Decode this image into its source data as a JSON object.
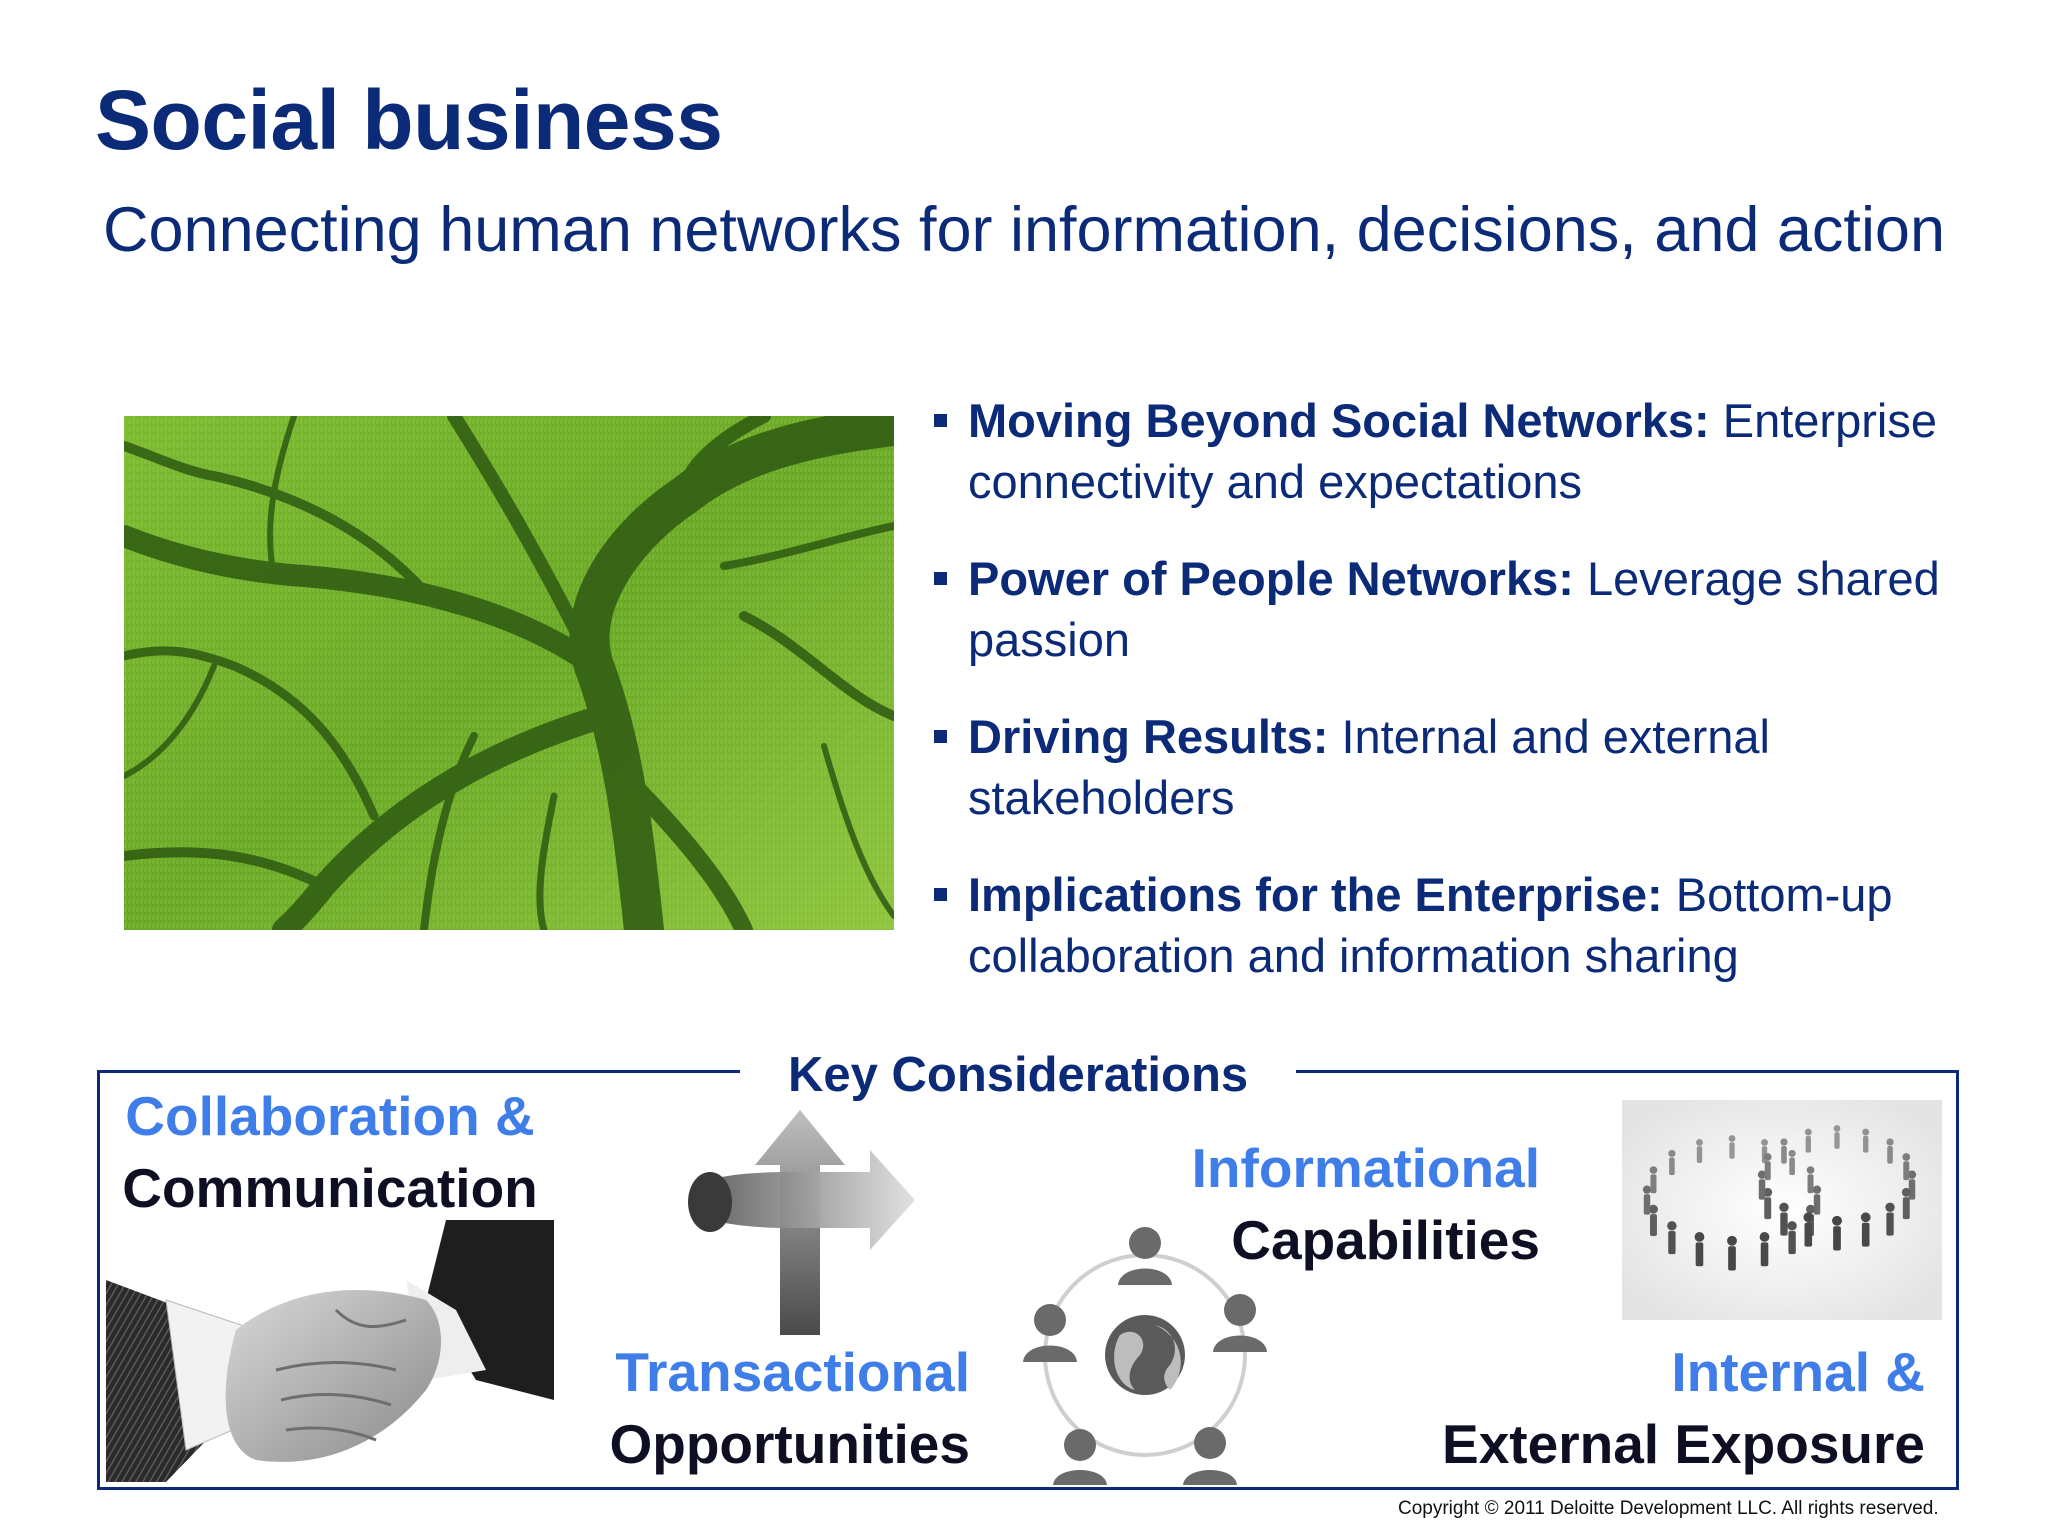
{
  "slide": {
    "title": "Social business",
    "subtitle": "Connecting human networks for information, decisions, and action"
  },
  "bullets": [
    {
      "bold": "Moving Beyond Social Networks:",
      "text": "Enterprise connectivity and expectations"
    },
    {
      "bold": "Power of People Networks:",
      "text": "Leverage shared passion"
    },
    {
      "bold": "Driving Results:",
      "text": "Internal and external stakeholders"
    },
    {
      "bold": "Implications for the Enterprise:",
      "text": "Bottom-up collaboration and information sharing"
    }
  ],
  "key_considerations": {
    "heading": "Key Considerations",
    "collaboration": {
      "line1": "Collaboration &",
      "line2": "Communication"
    },
    "transactional": {
      "line1": "Transactional",
      "line2": "Opportunities"
    },
    "informational": {
      "line1": "Informational",
      "line2": "Capabilities"
    },
    "internal": {
      "line1": "Internal &",
      "line2": "External Exposure"
    }
  },
  "footer": {
    "copyright": "Copyright © 2011 Deloitte Development LLC. All rights reserved."
  },
  "colors": {
    "title_navy": "#0b2a78",
    "accent_blue": "#3f7ee8",
    "grass_green": "#6fae2a"
  }
}
